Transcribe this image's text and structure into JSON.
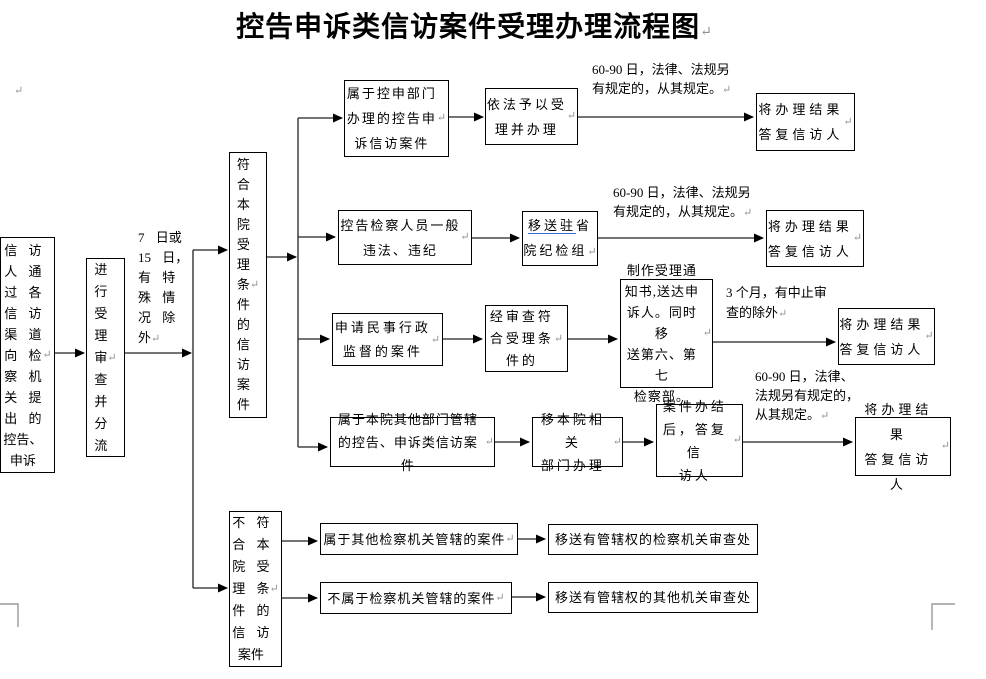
{
  "title": {
    "text": "控告申诉类信访案件受理办理流程图",
    "pilcrow": "↵"
  },
  "stray_pilcrow": "↵",
  "colors": {
    "line": "#222222",
    "border": "#000000",
    "hyperlink_underline": "#3b6bd6",
    "pilcrow_grey": "#909090"
  },
  "nodes": {
    "source": {
      "text": "信 访\n人 通\n过 各\n信 访\n渠 道\n向 检\n察 机\n关 提\n出 的\n控告、\n申诉↵"
    },
    "triage": {
      "text": "进\n行\n受\n理\n审\n查\n并\n分\n流↵"
    },
    "accept": {
      "text": "符\n合\n本\n院\n受\n理\n条\n件\n的\n信\n访\n案\n件↵"
    },
    "reject": {
      "text": "不 符\n合 本\n院 受\n理 条\n件 的\n信 访\n案件↵"
    },
    "b1_case": {
      "text": "属于控申部门\n办理的控告申\n诉信访案件↵"
    },
    "b1_handle": {
      "text": "依法予以受\n理并办理↵"
    },
    "b2_case": {
      "text": "控告检察人员一般\n违法、违纪↵"
    },
    "b2_transfer": {
      "underlined": "移送驻",
      "rest": "省\n院纪检组↵"
    },
    "b3_case": {
      "text": "申请民事行政\n监督的案件↵"
    },
    "b3_review": {
      "text": "经审查符\n合受理条\n件的↵"
    },
    "b3_notice": {
      "text": "制作受理通\n知书,送达申\n诉人。同时移\n送第六、第七\n检察部。 ↵"
    },
    "b4_case": {
      "text": "属于本院其他部门管辖\n的控告、申诉类信访案件↵"
    },
    "b4_transfer": {
      "text": "移本院相关\n部门办理↵"
    },
    "b4_done": {
      "text": "案件办结\n后，答复信\n访人 ↵"
    },
    "b5_case": {
      "text": "属于其他检察机关管辖的案件↵"
    },
    "b5_transfer": {
      "text": "移送有管辖权的检察机关审查处"
    },
    "b6_case": {
      "text": "不属于检察机关管辖的案件↵"
    },
    "b6_transfer": {
      "text": "移送有管辖权的其他机关审查处"
    },
    "reply": {
      "text": "将办理结果\n答复信访人↵"
    }
  },
  "notes": {
    "time_rule": {
      "text": "7 日或\n15 日，\n有 特\n殊 情\n况 除\n外↵"
    },
    "rule_6090_a": {
      "text": "60-90 日，法律、法规另\n有规定的，从其规定。↵"
    },
    "rule_6090_b": {
      "text": "60-90 日，法律、\n法规另有规定的，\n从其规定。↵"
    },
    "rule_3month": {
      "text": "3 个月，有中止审\n查的除外↵"
    }
  }
}
